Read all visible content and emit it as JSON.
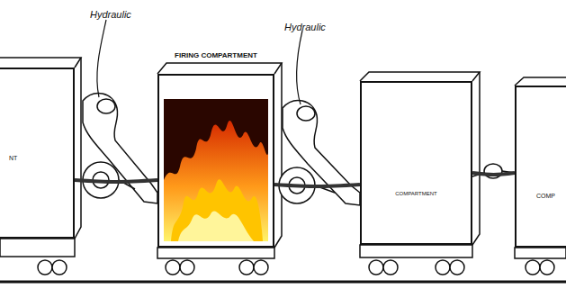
{
  "diagram": {
    "nodes": [
      {
        "text": [
          "NT"
        ]
      },
      {
        "text": [
          "FIRING COMPARTMENT"
        ]
      },
      {
        "text": [
          "COMPARTMENT"
        ]
      },
      {
        "text": [
          "COMP"
        ]
      }
    ],
    "edges": [
      {
        "from": 0,
        "to": 1,
        "arrow": "none"
      },
      {
        "from": 1,
        "to": 2,
        "arrow": "none"
      },
      {
        "from": 2,
        "to": 3,
        "arrow": "none"
      }
    ],
    "labels": [
      "Hydraulic",
      "Hydraulic"
    ]
  }
}
